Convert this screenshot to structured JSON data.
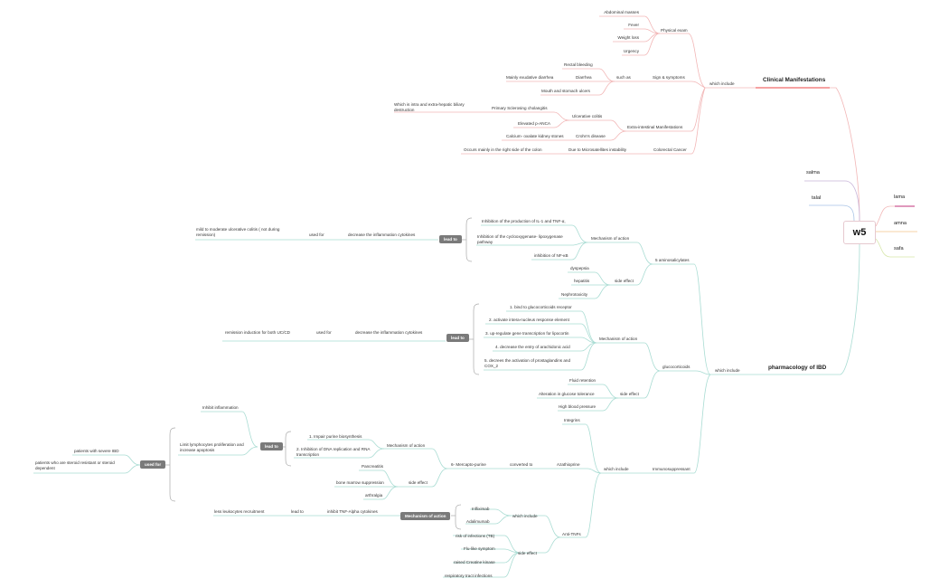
{
  "root": {
    "label": "w5"
  },
  "people": {
    "salma": "salma",
    "talal": "talal",
    "lama": "lama",
    "amna": "amna",
    "safa": "safa"
  },
  "colors": {
    "clinical_branch": "#f2b7b7",
    "clinical_underline": "#f06b6b",
    "pharm_branch": "#a9dcd3",
    "salma_line": "#c9b5d9",
    "talal_line": "#a9c4e6",
    "lama_line": "#c0307a",
    "amna_line": "#f4c58a",
    "safa_line": "#d6e6a8",
    "tag_bg": "#7a7a7a"
  },
  "clinical": {
    "title": "Clinical Manifestations",
    "connector": "which include",
    "physical_exam": {
      "label": "Physical exam",
      "items": [
        "Abdominal masses",
        "Fever",
        "Weight loss",
        "Urgency"
      ]
    },
    "signs": {
      "label": "Sign & symptoms",
      "connector": "such as",
      "rectal": "Rectal bleeding",
      "diarrhea": "Diarrhea",
      "diarrhea_detail": "Mainly exudative diarrhea",
      "ulcers": "Mouth and stomach ulcers"
    },
    "extra": {
      "label": "Extra-intestinal Manifestations",
      "uc": "Ulcerative colitis",
      "psc": "Primary Sclerosing cholangitis",
      "psc_detail": "Which is intra and extra-hepatic biliary destruction",
      "panca": "Elevated p-ANCA",
      "crohn": "Crohn's disease",
      "stones": "Calcium- oxalate kidney stones"
    },
    "crc": {
      "label": "Colorectal Cancer",
      "cause": "Due to Microsatellites instability",
      "detail": "Occurs mainly in the right side of the colon"
    }
  },
  "pharm": {
    "title": "pharmacology of IBD",
    "connector": "which include",
    "asa": {
      "label": "5 aminosalicylates",
      "moa": "Mechanism of action",
      "moa_items": [
        "Inhibition of the production of IL-1 and TNF-α,",
        "Inhibition of the cyclooxygenase- lipoxygenase pathway",
        "inhibition of NF-κB"
      ],
      "lead_to": "lead to",
      "effect": "decrease the inflammation cytokines",
      "used_for": "used for",
      "indication": "mild to moderate ulcerative colitis ( not during remission)",
      "side_effect": "side effect",
      "side_items": [
        "dyspepsia",
        "hepatitis",
        "Nephrotoxicity"
      ]
    },
    "gc": {
      "label": "glucocorticoids",
      "moa": "Mechanism of action",
      "moa_items": [
        "1. bind to glucocorticoids receptor",
        "2. activate intera-nucleus response element",
        "3. up-regulate gene transcription for lipocortin",
        "4. decrease the entry of arachidonic acid",
        "5. decrees the activation of prostaglandins and COX_2"
      ],
      "lead_to": "lead to",
      "effect": "decrease the inflammation cytokines",
      "used_for": "used for",
      "indication": "remission induction for both UC/CD",
      "side_effect": "side effect",
      "side_items": [
        "Fluid retention",
        "Alteration in glucose tolerance",
        "High blood pressure"
      ]
    },
    "imm": {
      "label": "Immunosuppressant",
      "connector": "which include",
      "integrins": "Integrins",
      "aza": "Azathioprine",
      "converted": "converted to",
      "mp": "6- Mercapto-purine",
      "moa": "Mechanism of action",
      "moa_items": [
        "1. Impair purine biosynthesis",
        "2. Inhibition of DNA replication and RNA transcription"
      ],
      "lead_to": "lead to",
      "lead_items": [
        "Inhibit inflammation",
        "Limit lymphocytes proliferation and increase apoptosis"
      ],
      "used_for": "used for",
      "used_items": [
        "patients with severe IBD",
        "patients who are steroid resistant or steroid dependent"
      ],
      "side_effect": "side effect",
      "side_items": [
        "Pancreatitis",
        "bone marrow suppression",
        "arthralgia"
      ],
      "antitnf": {
        "label": "Anti-TNFs",
        "connector": "which include",
        "drugs": [
          "Infliximab",
          "Adalimumab"
        ],
        "moa_tag": "Mechanism of action",
        "inhibit": "inhibit TNF-Alpha cytokines",
        "lead_to": "lead to",
        "result": "less leukocytes recruitment",
        "side_effect": "side effect",
        "side_items": [
          "risk of infections (TB)",
          "Flu-like symptom",
          "raised Creatine kinase",
          "respiratory tract infections"
        ]
      }
    }
  }
}
